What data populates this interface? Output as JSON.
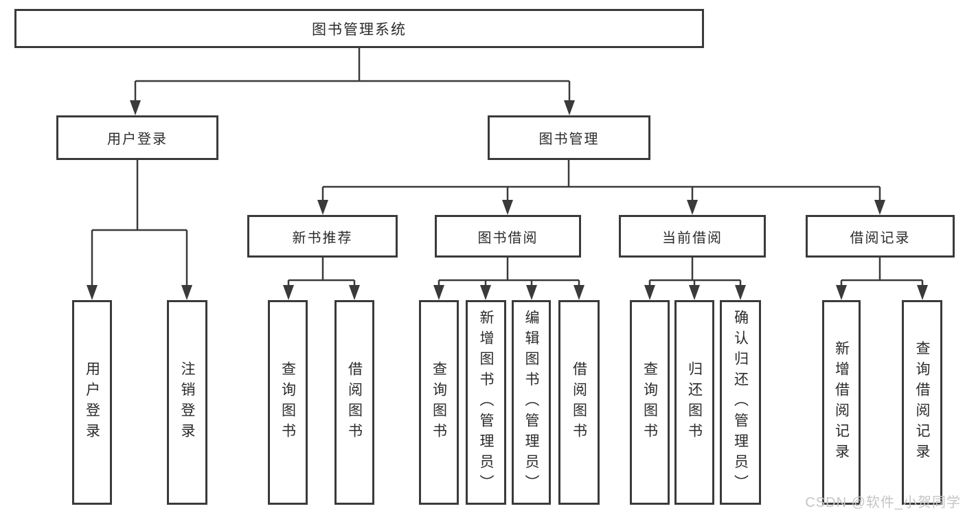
{
  "title": {
    "label": "图书管理系统"
  },
  "user_branch": {
    "label": "用户登录",
    "children": [
      {
        "label": "用户登录"
      },
      {
        "label": "注销登录"
      }
    ]
  },
  "book_branch": {
    "label": "图书管理",
    "sections": [
      {
        "label": "新书推荐",
        "children": [
          {
            "label": "查询图书"
          },
          {
            "label": "借阅图书"
          }
        ]
      },
      {
        "label": "图书借阅",
        "children": [
          {
            "label": "查询图书"
          },
          {
            "label": "新增图书（管理员）"
          },
          {
            "label": "编辑图书（管理员）"
          },
          {
            "label": "借阅图书"
          }
        ]
      },
      {
        "label": "当前借阅",
        "children": [
          {
            "label": "查询图书"
          },
          {
            "label": "归还图书"
          },
          {
            "label": "确认归还（管理员）"
          }
        ]
      },
      {
        "label": "借阅记录",
        "children": [
          {
            "label": "新增借阅记录"
          },
          {
            "label": "查询借阅记录"
          }
        ]
      }
    ]
  },
  "watermark": {
    "text": "CSDN @软件_小贺同学"
  },
  "colors": {
    "line": "#3a3a3a",
    "text": "#2b2b2b",
    "watermark": "#c7c4c5",
    "background": "#ffffff"
  }
}
